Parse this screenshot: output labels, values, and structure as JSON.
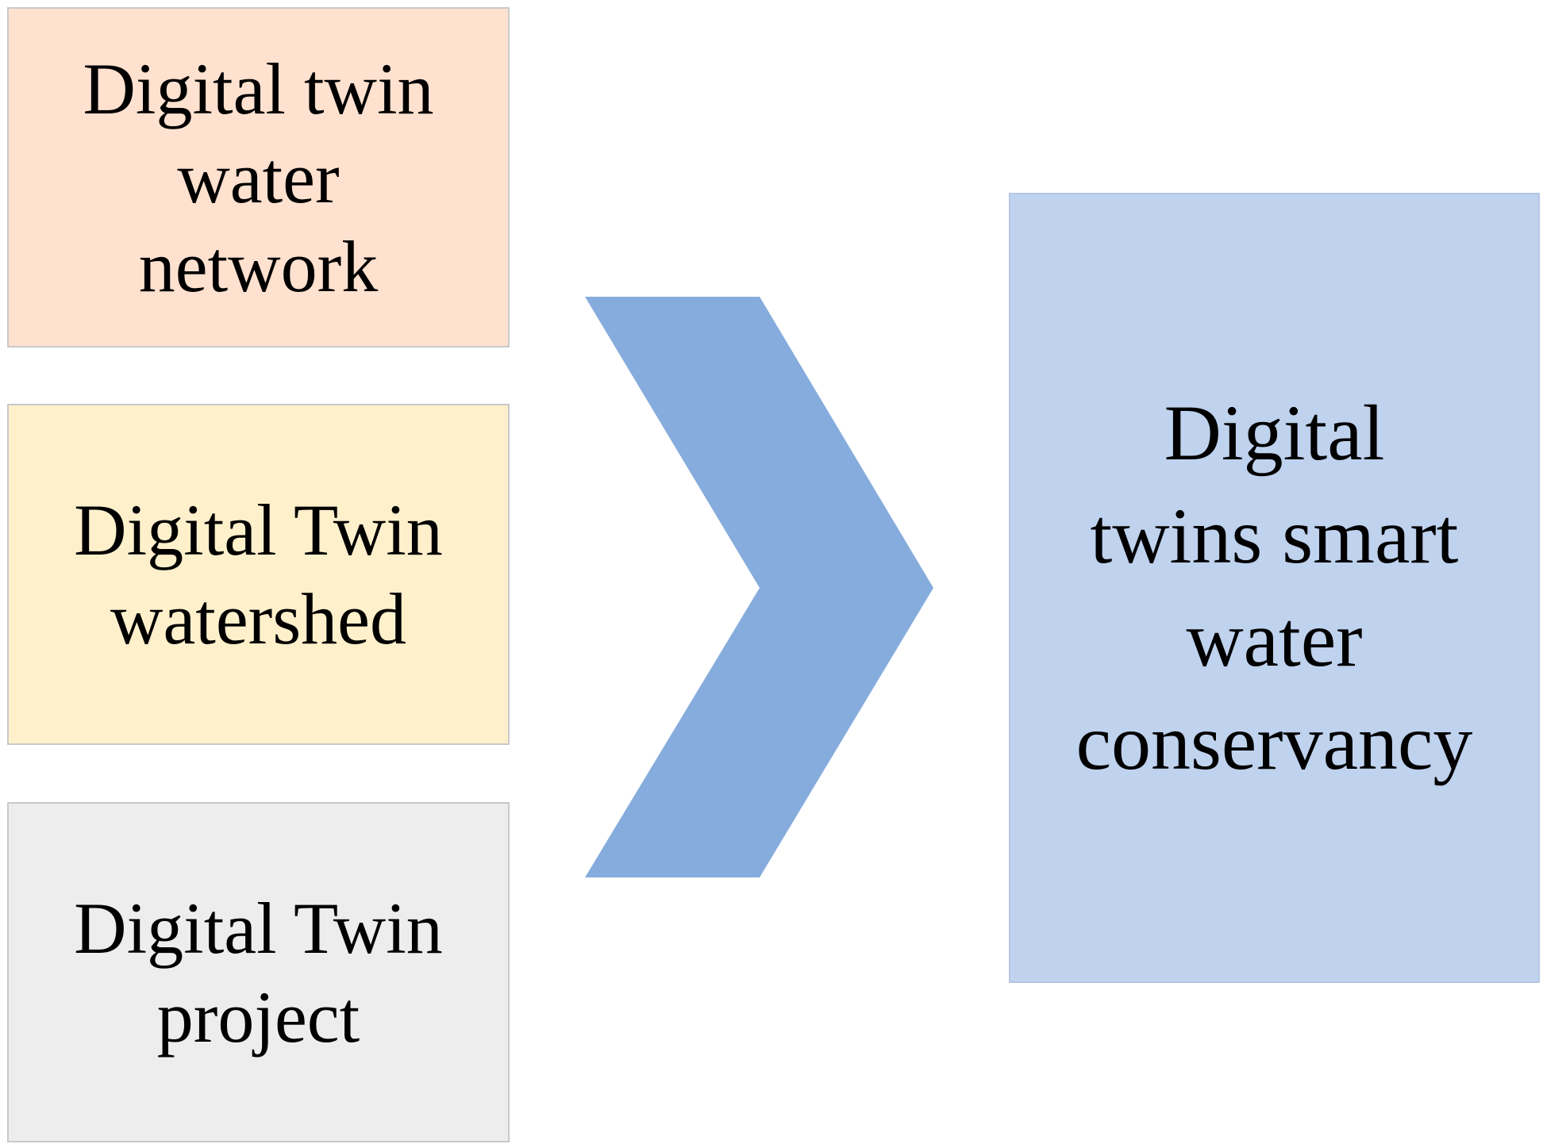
{
  "diagram": {
    "inputs": [
      {
        "label": "Digital twin\nwater\nnetwork",
        "fill": "#ffe1cf"
      },
      {
        "label": "Digital Twin\nwatershed",
        "fill": "#fff0cc"
      },
      {
        "label": "Digital Twin\nproject",
        "fill": "#ededed"
      }
    ],
    "arrow": {
      "fill": "#86acdd"
    },
    "output": {
      "label": "Digital\ntwins smart\nwater\nconservancy",
      "fill": "#bfd2ee"
    }
  }
}
